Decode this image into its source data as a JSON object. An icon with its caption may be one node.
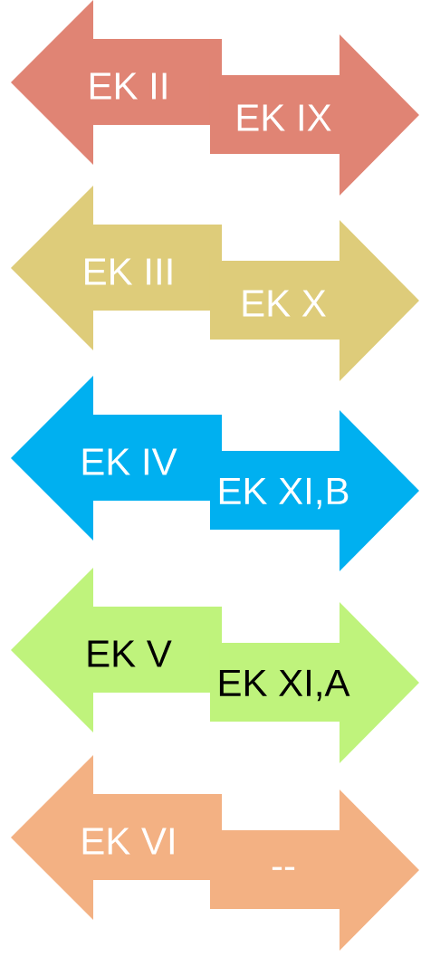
{
  "diagram": {
    "nodes": [
      {
        "text": [
          "EK II"
        ]
      },
      {
        "text": [
          "EK IX"
        ]
      },
      {
        "text": [
          "EK III"
        ]
      },
      {
        "text": [
          "EK X"
        ]
      },
      {
        "text": [
          "EK IV"
        ]
      },
      {
        "text": [
          "EK XI,B"
        ]
      },
      {
        "text": [
          "EK V"
        ]
      },
      {
        "text": [
          "EK XI,A"
        ]
      },
      {
        "text": [
          "EK VI"
        ]
      },
      {
        "text": [
          "--"
        ]
      }
    ]
  }
}
